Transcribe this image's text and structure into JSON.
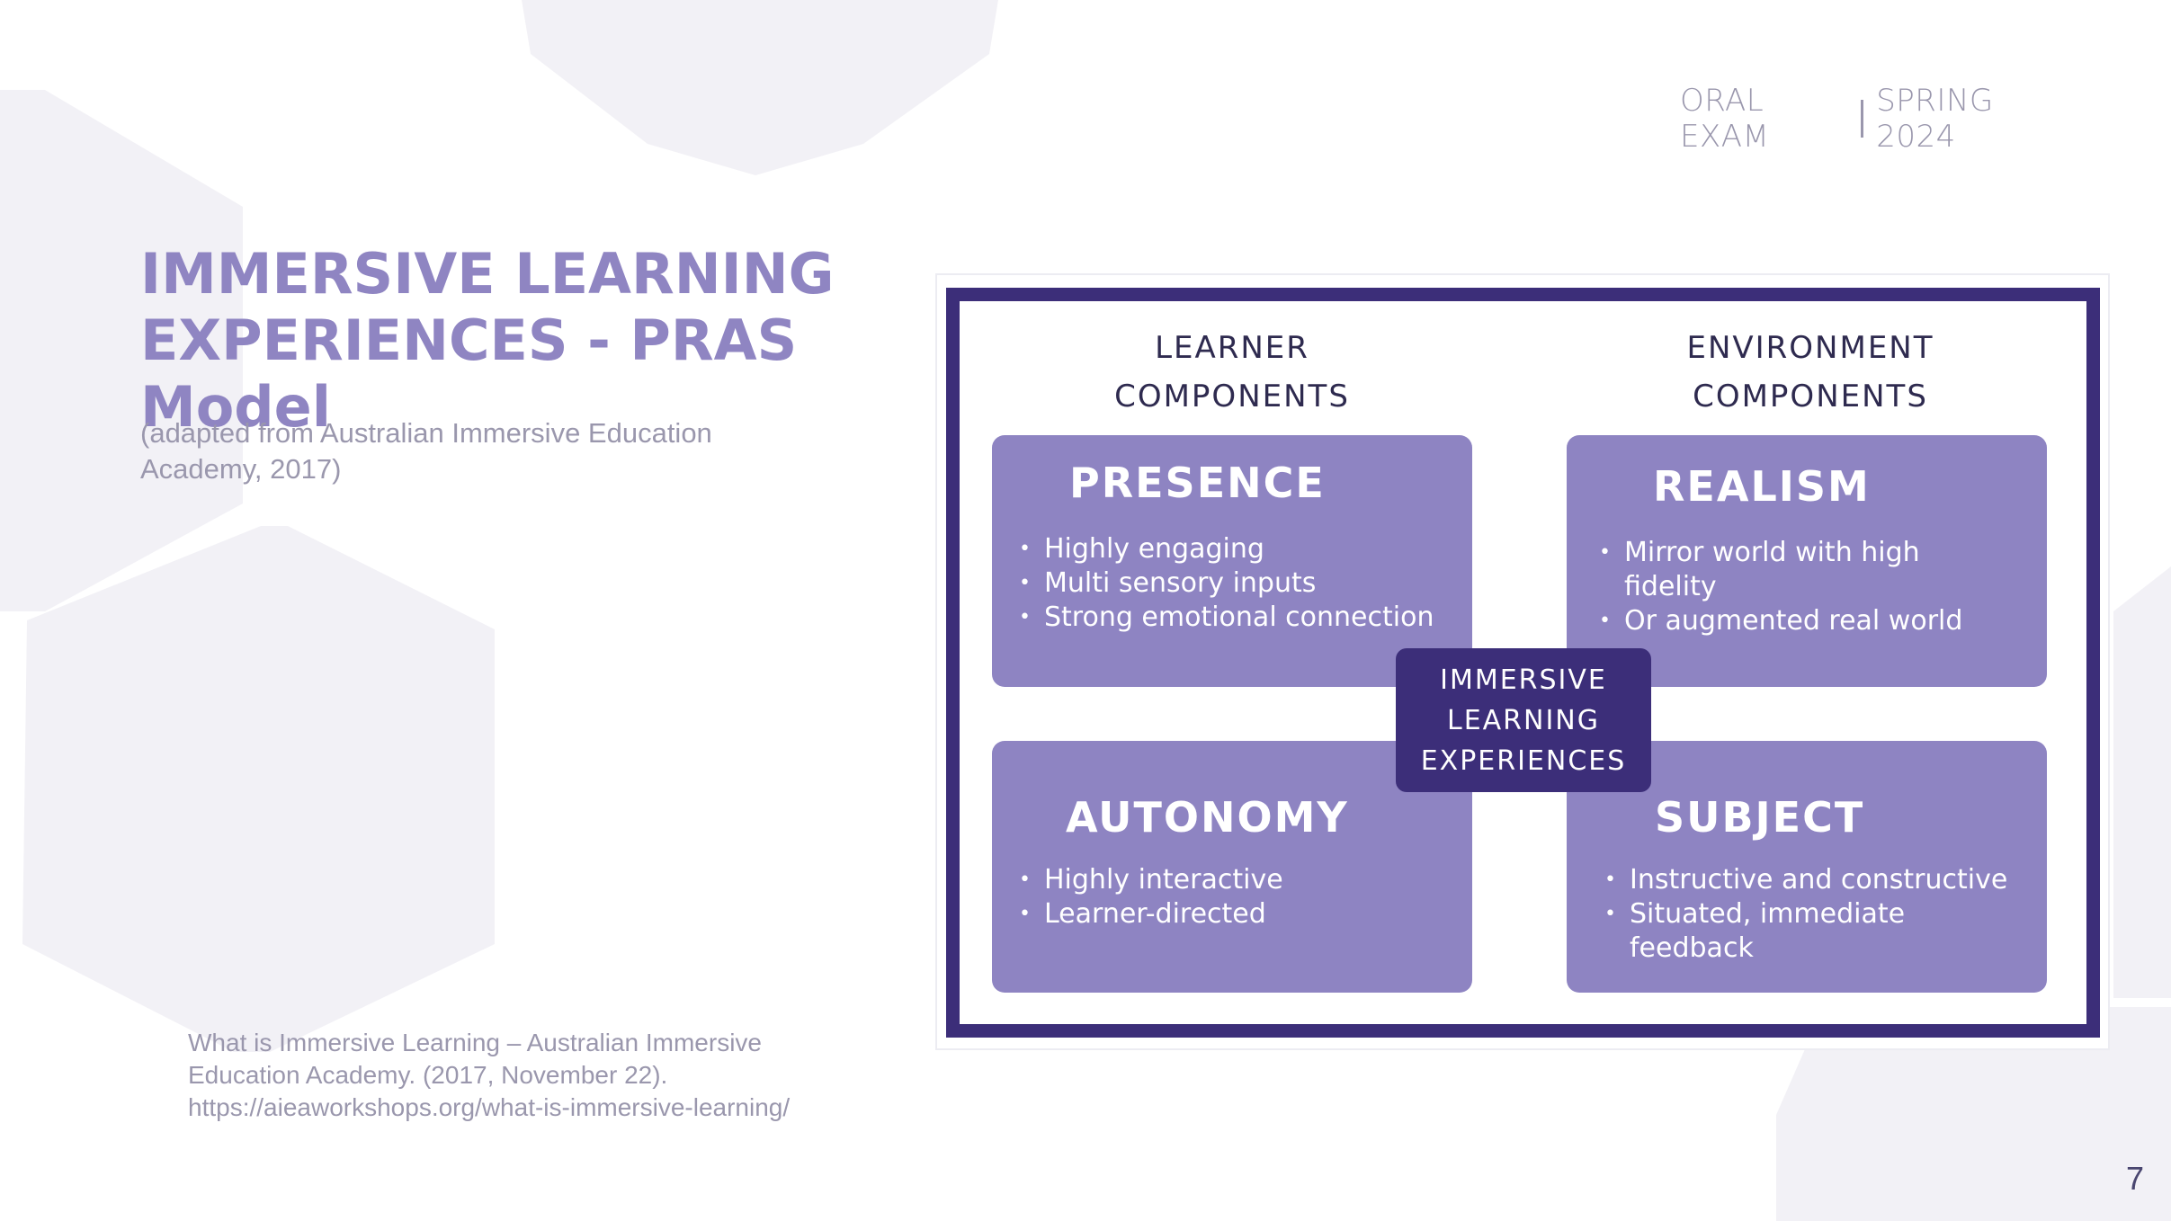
{
  "header": {
    "left": "ORAL EXAM",
    "right": "SPRING 2024"
  },
  "title": {
    "line1": "IMMERSIVE LEARNING",
    "line2": "EXPERIENCES - PRAS Model"
  },
  "subtitle": {
    "line1": "(adapted from Australian Immersive Education",
    "line2": "Academy, 2017)"
  },
  "reference": {
    "line1": "What is Immersive Learning – Australian Immersive",
    "line2": "Education Academy. (2017, November 22).",
    "line3": "https://aieaworkshops.org/what-is-immersive-learning/"
  },
  "page_number": "7",
  "figure": {
    "left_heading": {
      "line1": "LEARNER",
      "line2": "COMPONENTS"
    },
    "right_heading": {
      "line1": "ENVIRONMENT",
      "line2": "COMPONENTS"
    },
    "center": {
      "line1": "IMMERSIVE",
      "line2": "LEARNING",
      "line3": "EXPERIENCES"
    },
    "presence": {
      "title": "PRESENCE",
      "items": [
        "Highly engaging",
        "Multi sensory inputs",
        "Strong emotional connection"
      ]
    },
    "realism": {
      "title": "REALISM",
      "items": [
        "Mirror world with high",
        "fidelity",
        "Or augmented real world"
      ]
    },
    "autonomy": {
      "title": "AUTONOMY",
      "items": [
        "Highly interactive",
        "Learner-directed"
      ]
    },
    "subject": {
      "title": "SUBJECT",
      "items": [
        "Instructive and constructive",
        "Situated, immediate",
        "feedback"
      ]
    },
    "bullet": "•"
  },
  "colors": {
    "title": "#8f85c2",
    "muted_text": "#9a97ad",
    "quad_fill": "#8e84c2",
    "dark_purple": "#3c2e79",
    "hex_bg": "#f2f1f6"
  }
}
